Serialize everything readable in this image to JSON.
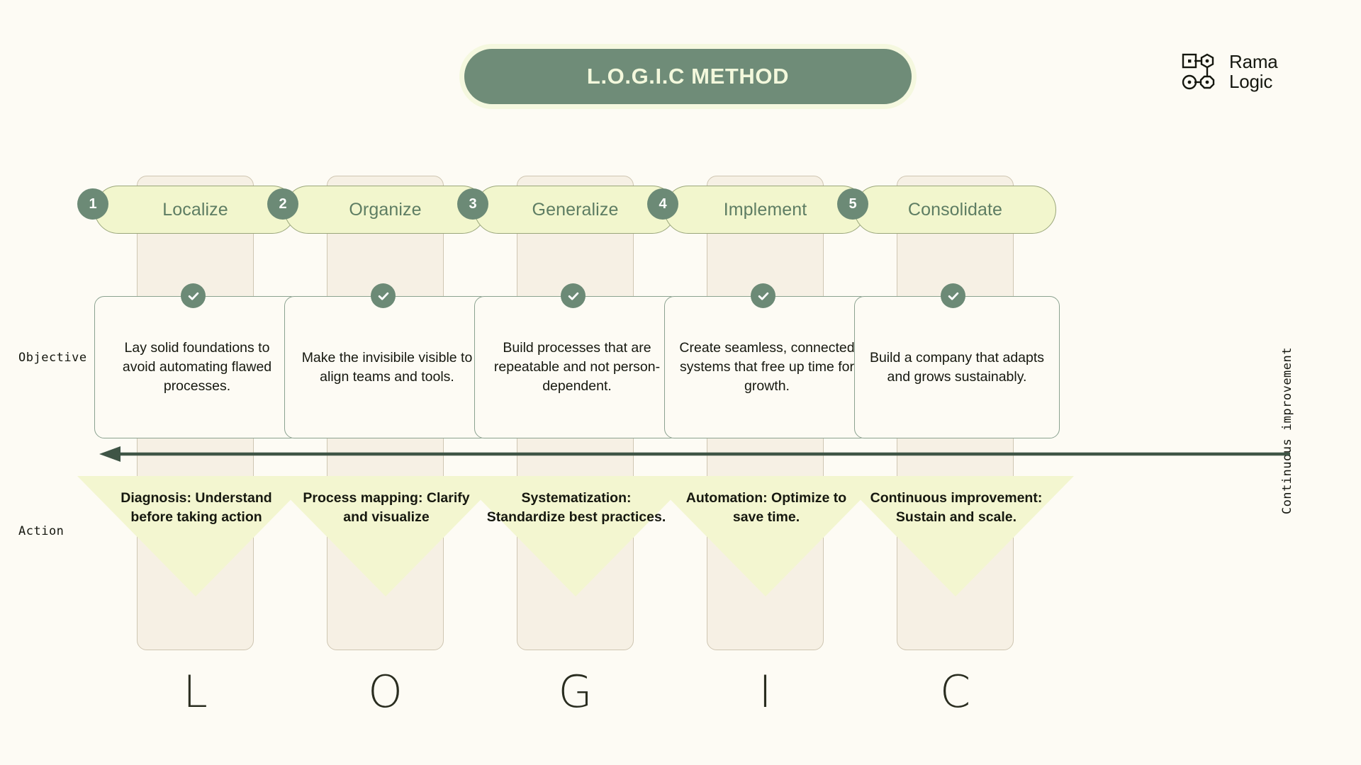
{
  "header": {
    "title": "L.O.G.I.C METHOD",
    "logo": {
      "line1": "Rama",
      "line2": "Logic",
      "mark": "node-graph-icon"
    }
  },
  "axis": {
    "row_objective": "Objective",
    "row_action": "Action",
    "right_vertical": "Continuous improvement",
    "arrow": "left-arrow-icon"
  },
  "colors": {
    "background": "#fdfbf4",
    "brand_green": "#6f8c78",
    "pill_yellow": "#f2f6cd",
    "column_beige": "#f6f0e4",
    "title_text": "#f3f8dc",
    "step_title_text": "#5e7d63",
    "card_border": "#8ba290",
    "triangle_yellow": "#f3f6d0"
  },
  "steps": [
    {
      "number": "1",
      "name": "Localize",
      "letter": "L",
      "check": "check-icon",
      "objective": "Lay solid foundations to avoid automating flawed processes.",
      "action": "Diagnosis: Understand before taking action"
    },
    {
      "number": "2",
      "name": "Organize",
      "letter": "O",
      "check": "check-icon",
      "objective": "Make the invisibile visible to align teams and tools.",
      "action": "Process mapping: Clarify and visualize"
    },
    {
      "number": "3",
      "name": "Generalize",
      "letter": "G",
      "check": "check-icon",
      "objective": "Build processes that are repeatable and not person-dependent.",
      "action": "Systematization: Standardize best practices."
    },
    {
      "number": "4",
      "name": "Implement",
      "letter": "I",
      "check": "check-icon",
      "objective": "Create seamless, connected systems that free up time for growth.",
      "action": "Automation: Optimize to save time."
    },
    {
      "number": "5",
      "name": "Consolidate",
      "letter": "C",
      "check": "check-icon",
      "objective": "Build a company that adapts and grows sustainably.",
      "action": "Continuous improvement: Sustain and scale."
    }
  ]
}
